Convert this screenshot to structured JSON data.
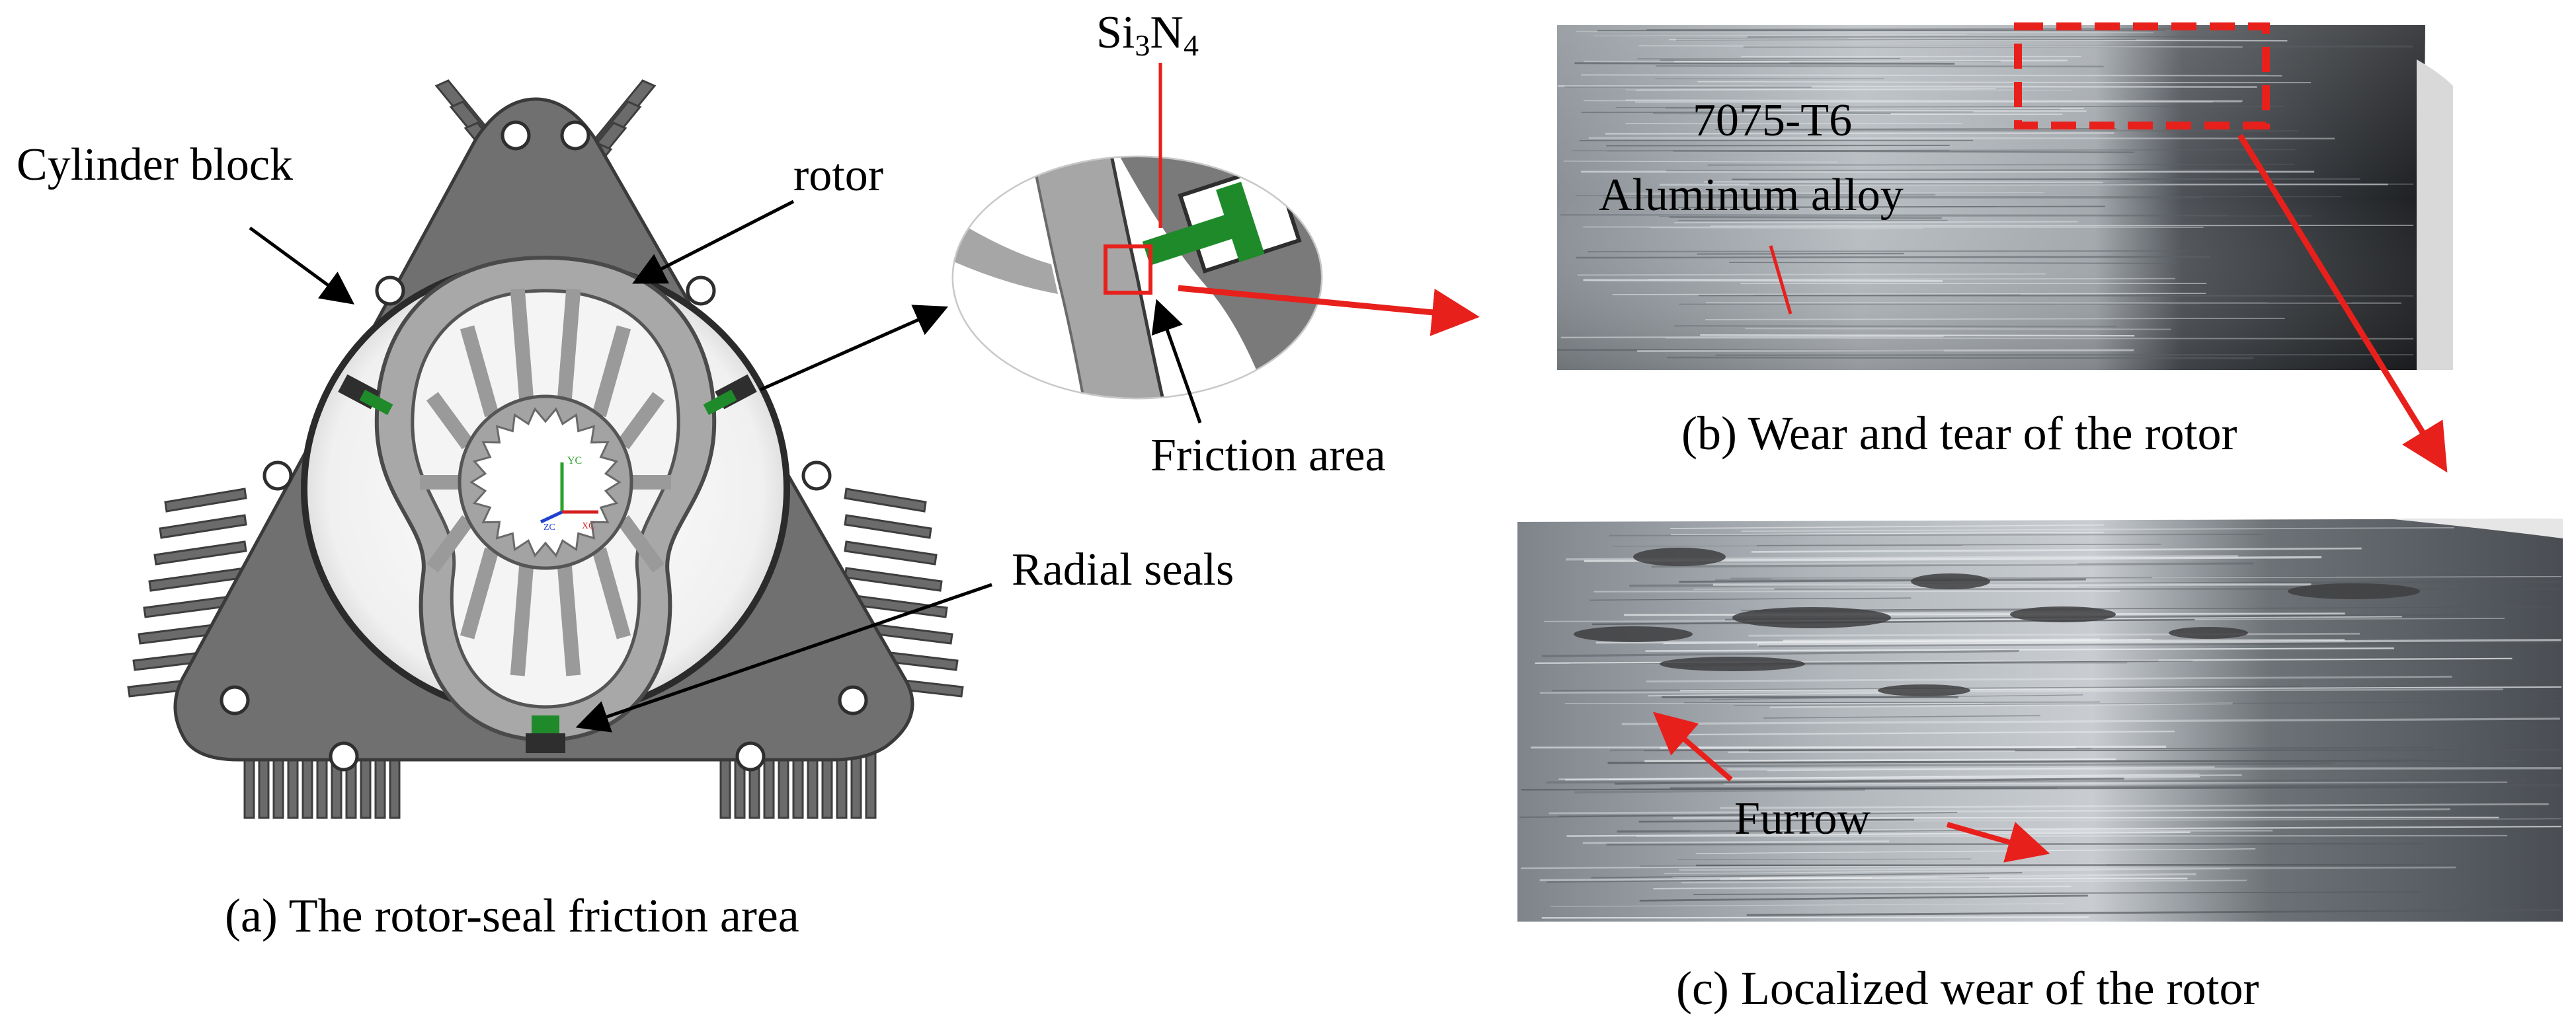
{
  "panel_a": {
    "caption": "(a) The rotor-seal friction area",
    "labels": {
      "cylinder_block": "Cylinder block",
      "rotor": "rotor",
      "radial_seals": "Radial seals"
    },
    "axis_glyphs": {
      "yc": "YC",
      "zc": "ZC",
      "xc": "XC"
    }
  },
  "panel_zoom": {
    "si3n4": {
      "base1": "Si",
      "sub1": "3",
      "base2": "N",
      "sub2": "4"
    },
    "friction_area": "Friction area"
  },
  "panel_b": {
    "caption": "(b) Wear and tear of the rotor",
    "material_line1": "7075-T6",
    "material_line2": "Aluminum alloy"
  },
  "panel_c": {
    "caption": "(c) Localized wear of the rotor",
    "furrow": "Furrow"
  },
  "colors": {
    "annotation_red": "#e8201c",
    "seal_green": "#1f8a2a",
    "housing_gray": "#6f6f6f",
    "rotor_gray": "#a9a9a9"
  }
}
